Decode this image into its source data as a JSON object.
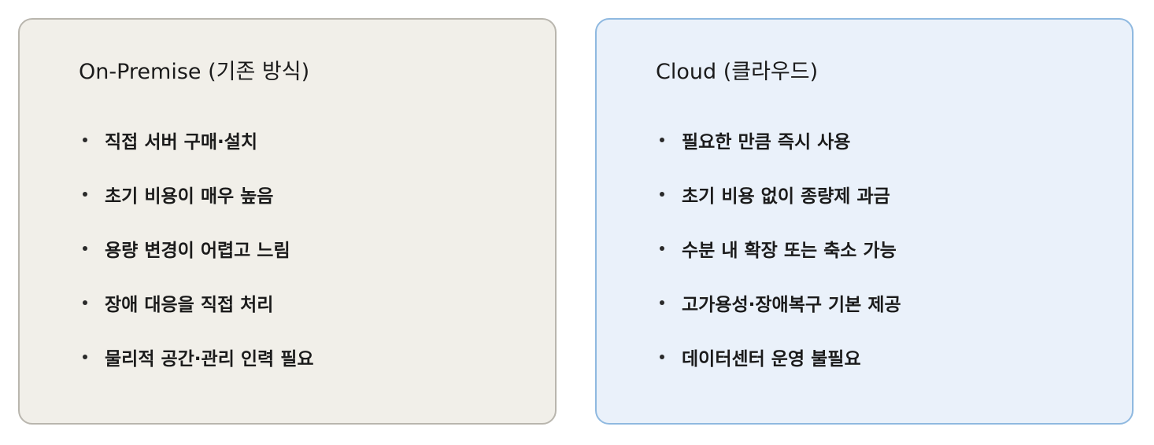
{
  "on_premise": {
    "title": "On-Premise (기존 방식)",
    "items": [
      "직접 서버 구매·설치",
      "초기 비용이 매우 높음",
      "용량 변경이 어렵고 느림",
      "장애 대응을 직접 처리",
      "물리적 공간·관리 인력 필요"
    ],
    "bg_color": "#f1efe9",
    "border_color": "#b9b6ae"
  },
  "cloud": {
    "title": "Cloud (클라우드)",
    "items": [
      "필요한 만큼 즉시 사용",
      "초기 비용 없이 종량제 과금",
      "수분 내 확장 또는 축소 가능",
      "고가용성·장애복구 기본 제공",
      "데이터센터 운영 불필요"
    ],
    "bg_color": "#eaf1fa",
    "border_color": "#8fb9e0"
  }
}
